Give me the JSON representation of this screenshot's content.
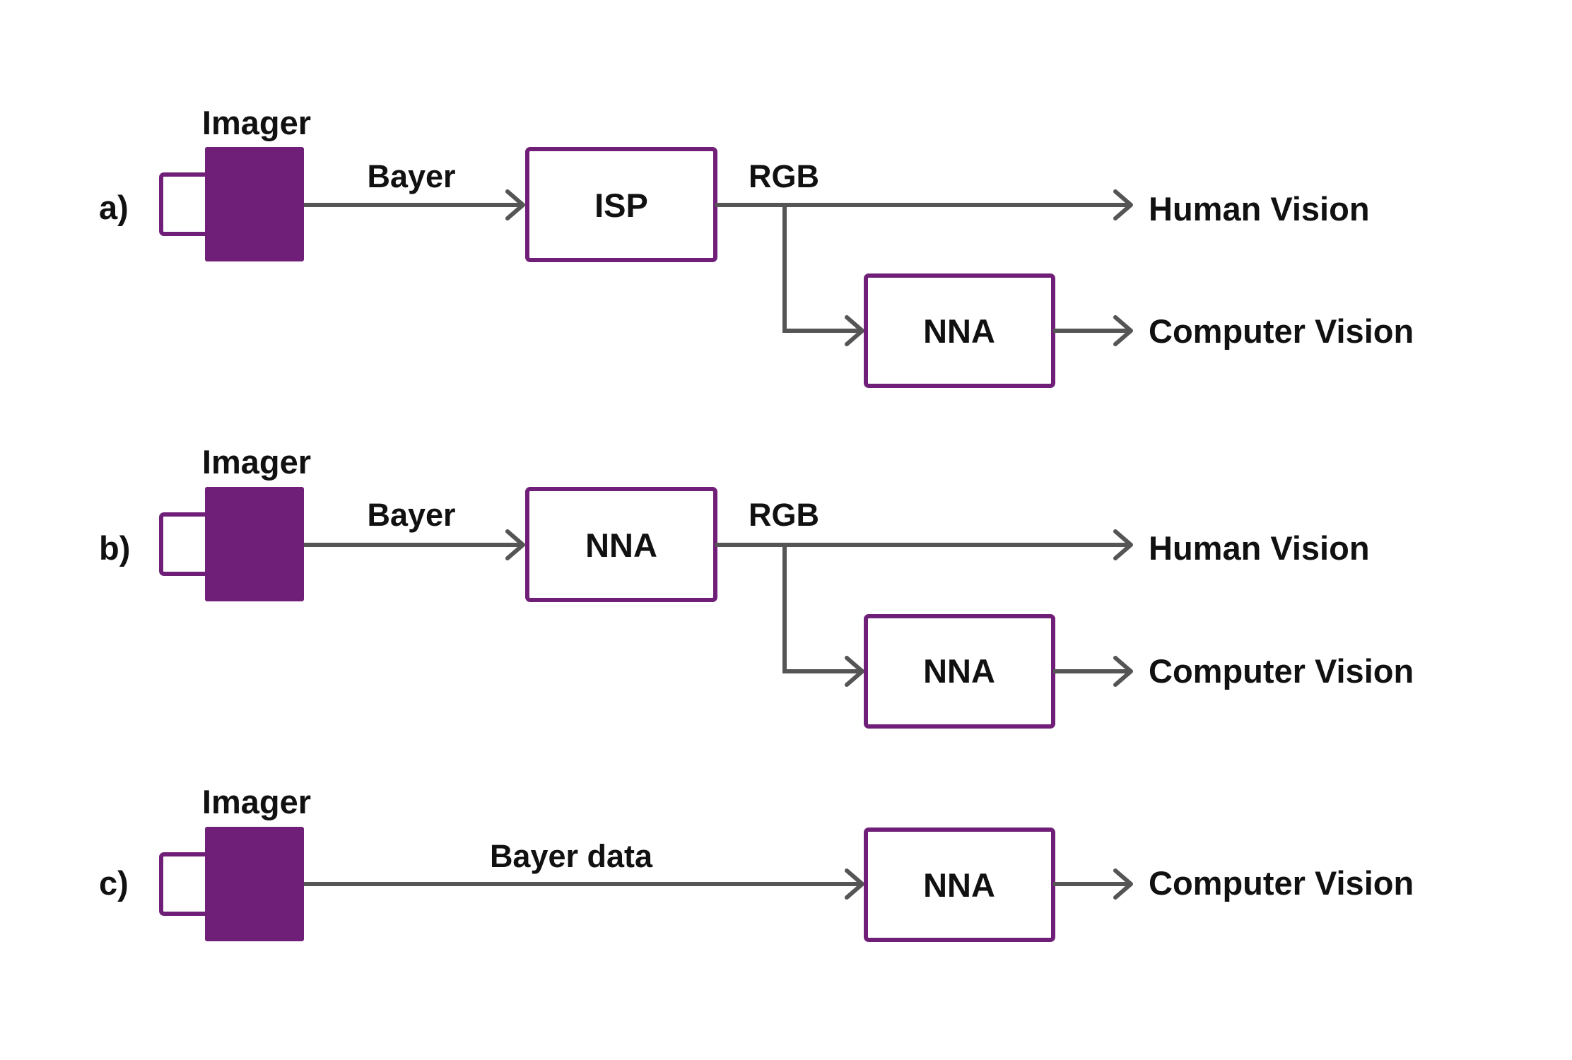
{
  "colors": {
    "accent": "#701f78",
    "wire": "#555555",
    "text": "#111111"
  },
  "rows": {
    "a": {
      "tag": "a)",
      "imager": "Imager",
      "edge1": "Bayer",
      "box1": "ISP",
      "edge2": "RGB",
      "box2": "NNA",
      "out1": "Human Vision",
      "out2": "Computer Vision"
    },
    "b": {
      "tag": "b)",
      "imager": "Imager",
      "edge1": "Bayer",
      "box1": "NNA",
      "edge2": "RGB",
      "box2": "NNA",
      "out1": "Human Vision",
      "out2": "Computer Vision"
    },
    "c": {
      "tag": "c)",
      "imager": "Imager",
      "edge1": "Bayer data",
      "box1": "NNA",
      "out1": "Computer Vision"
    }
  }
}
